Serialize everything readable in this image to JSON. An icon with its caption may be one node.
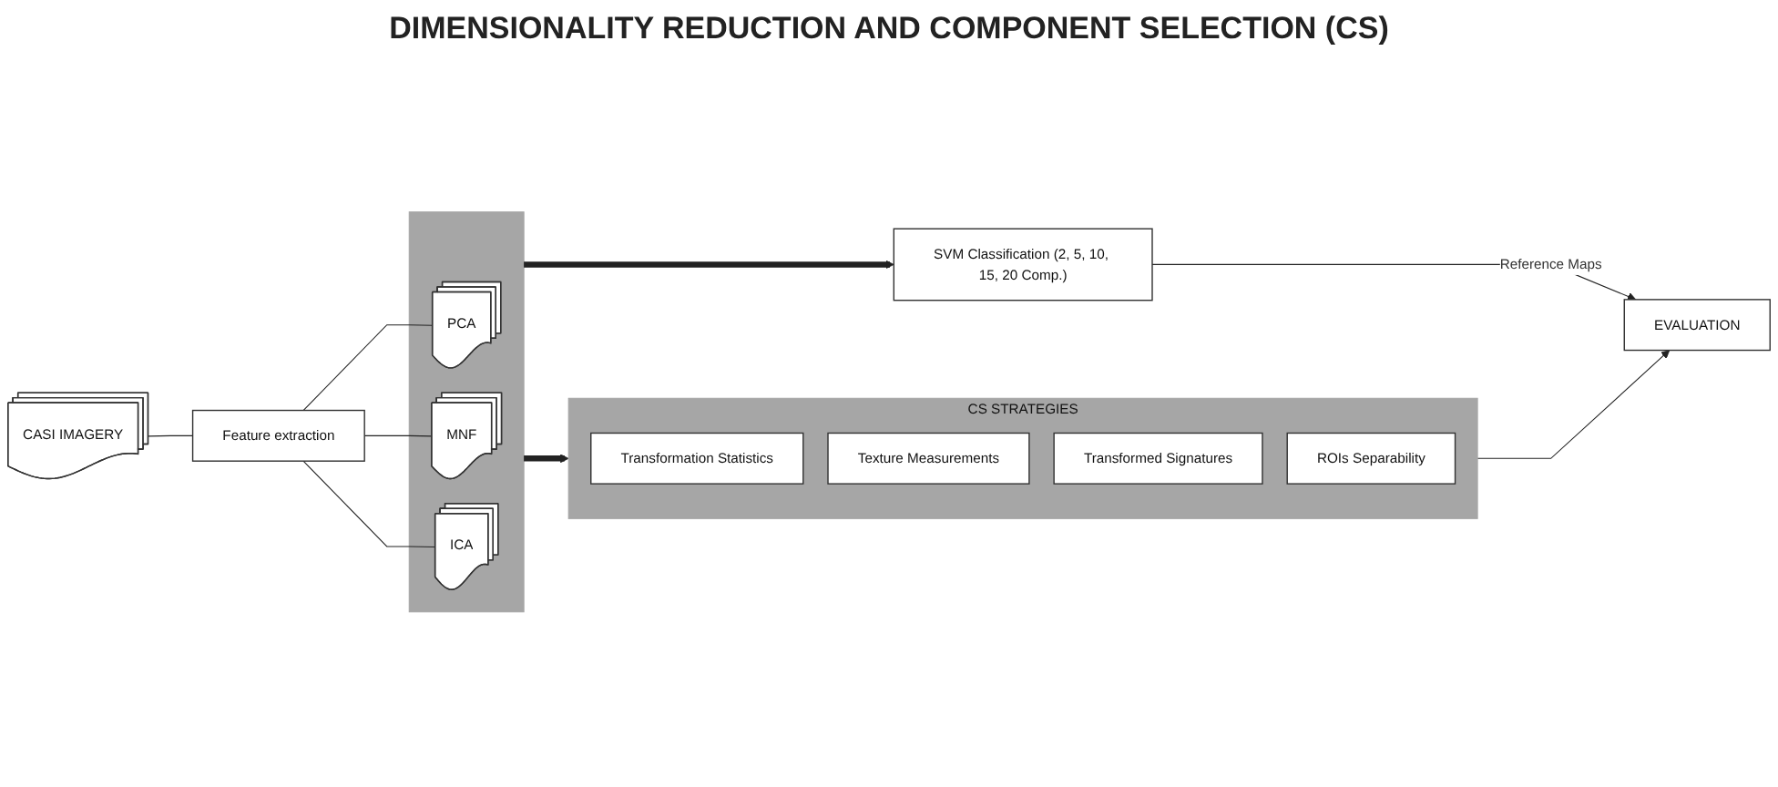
{
  "diagram": {
    "title": "DIMENSIONALITY REDUCTION AND COMPONENT SELECTION (CS)",
    "nodes": [
      {
        "text": [
          "CASI IMAGERY"
        ]
      },
      {
        "text": [
          "Feature extraction"
        ]
      },
      {
        "text": [],
        "shape": "box"
      },
      {
        "text": [
          "PCA"
        ],
        "in": 2
      },
      {
        "text": [
          "MNF"
        ],
        "in": 2
      },
      {
        "text": [
          "ICA"
        ],
        "in": 2
      },
      {
        "text": [
          "CS STRATEGIES"
        ]
      },
      {
        "text": [
          "Transformation Statistics"
        ],
        "in": 6
      },
      {
        "text": [
          "Texture Measurements"
        ],
        "in": 6
      },
      {
        "text": [
          "Transformed Signatures"
        ],
        "in": 6
      },
      {
        "text": [
          "ROIs Separability"
        ],
        "in": 6
      },
      {
        "text": [
          "SVM Classification (2, 5, 10, 15, 20 Comp.)"
        ]
      },
      {
        "text": [
          "EVALUATION"
        ]
      }
    ],
    "edges": [
      {
        "from": 0,
        "to": 1,
        "arrow": "none"
      },
      {
        "from": 1,
        "to": 3,
        "arrow": "none"
      },
      {
        "from": 1,
        "to": 4,
        "arrow": "none"
      },
      {
        "from": 1,
        "to": 5,
        "arrow": "none"
      },
      {
        "from": 2,
        "to": 6,
        "arrow": "to",
        "style": "thick"
      },
      {
        "from": 2,
        "to": 11,
        "arrow": "to",
        "style": "thick"
      },
      {
        "from": 6,
        "to": 12,
        "arrow": "to"
      },
      {
        "from": 11,
        "to": 12,
        "arrow": "to",
        "label": "Reference Maps"
      }
    ]
  }
}
